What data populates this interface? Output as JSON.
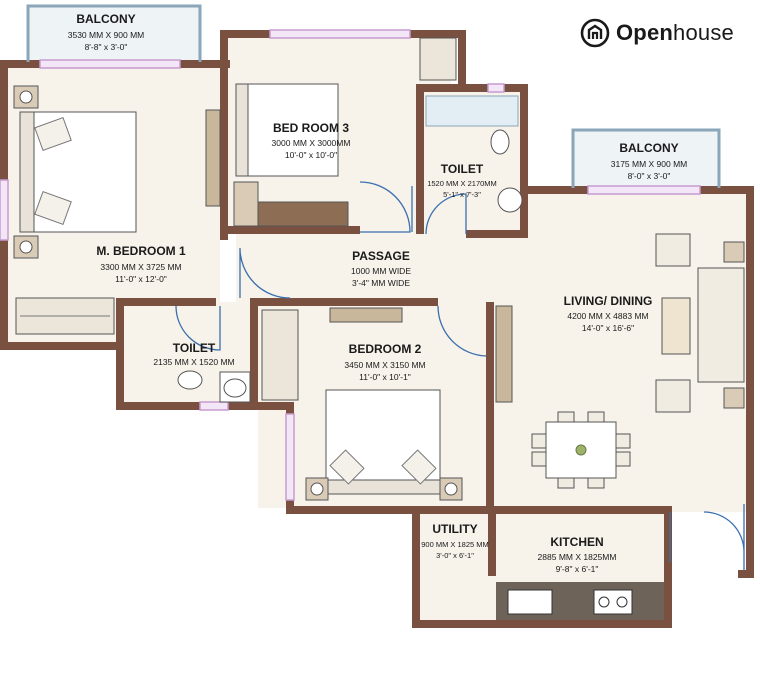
{
  "brand": {
    "name_bold": "Open",
    "name_rest": "house",
    "icon": "house-logo-icon"
  },
  "colors": {
    "wall": "#7a5040",
    "floor": "#f7f3ea",
    "balcony_floor": "#eef3f6",
    "window": "#c79bd0",
    "counter": "#6e6358"
  },
  "rooms": {
    "balcony_1": {
      "name": "BALCONY",
      "dim1": "3530 MM X 900 MM",
      "dim2": "8'-8\" x 3'-0\""
    },
    "bedroom_3": {
      "name": "BED ROOM 3",
      "dim1": "3000 MM X 3000MM",
      "dim2": "10'-0\" x 10'-0\""
    },
    "toilet_1": {
      "name": "TOILET",
      "dim1": "1520 MM X 2170MM",
      "dim2": "5'-1\" x 7'-3\""
    },
    "balcony_2": {
      "name": "BALCONY",
      "dim1": "3175 MM X 900 MM",
      "dim2": "8'-0\" x 3'-0\""
    },
    "master_bedroom": {
      "name": "M. BEDROOM 1",
      "dim1": "3300 MM X 3725 MM",
      "dim2": "11'-0\" x 12'-0\""
    },
    "passage": {
      "name": "PASSAGE",
      "dim1": "1000 MM WIDE",
      "dim2": "3'-4\" MM WIDE"
    },
    "living_dining": {
      "name": "LIVING/ DINING",
      "dim1": "4200 MM X 4883 MM",
      "dim2": "14'-0\" x 16'-6\""
    },
    "toilet_2": {
      "name": "TOILET",
      "dim1": "2135 MM X 1520 MM"
    },
    "bedroom_2": {
      "name": "BEDROOM 2",
      "dim1": "3450 MM X 3150 MM",
      "dim2": "11'-0\" x 10'-1\""
    },
    "utility": {
      "name": "UTILITY",
      "dim1": "900 MM X 1825 MM",
      "dim2": "3'-0\" x 6'-1\""
    },
    "kitchen": {
      "name": "KITCHEN",
      "dim1": "2885 MM X 1825MM",
      "dim2": "9'-8\" x 6'-1\""
    }
  }
}
